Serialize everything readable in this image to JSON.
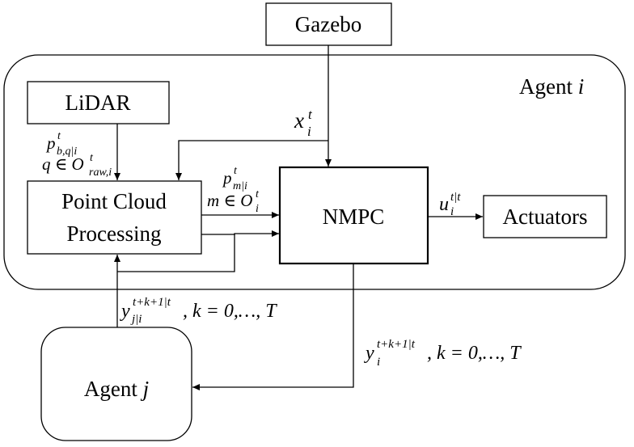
{
  "nodes": {
    "gazebo": "Gazebo",
    "agent_i": {
      "prefix": "Agent ",
      "var": "i"
    },
    "lidar": "LiDAR",
    "pcp_line1": "Point Cloud",
    "pcp_line2": "Processing",
    "nmpc": "NMPC",
    "actuators": "Actuators",
    "agent_j": {
      "prefix": "Agent ",
      "var": "j"
    }
  },
  "labels": {
    "x_state": {
      "base": "x",
      "sub": "i",
      "sup": "t"
    },
    "p_b": {
      "base": "p",
      "sub": "b,q|i",
      "sup": "t"
    },
    "q_in": {
      "text": "q ∈ O",
      "sub": "raw,i",
      "sup": "t"
    },
    "p_m": {
      "base": "p",
      "sub": "m|i",
      "sup": "t"
    },
    "m_in": {
      "text": "m ∈ O",
      "sub": "i",
      "sup": "t"
    },
    "u": {
      "base": "u",
      "sub": "i",
      "sup": "t|t"
    },
    "y_j": {
      "base": "y",
      "sub": "j|i",
      "sup": "t+k+1|t",
      "tail": ",  k = 0,…, T"
    },
    "y_i": {
      "base": "y",
      "sub": "i",
      "sup": "t+k+1|t",
      "tail": ",  k = 0,…, T"
    }
  }
}
